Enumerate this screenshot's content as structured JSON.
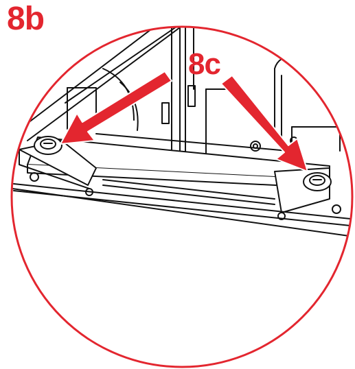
{
  "step_label": "8b",
  "callout_label": "8c",
  "colors": {
    "accent": "#e3262f",
    "line": "#111111",
    "background": "#ffffff"
  },
  "icons": {
    "left_arrow": "red-arrow-pointing-down-left",
    "right_arrow": "red-arrow-pointing-down-right"
  }
}
